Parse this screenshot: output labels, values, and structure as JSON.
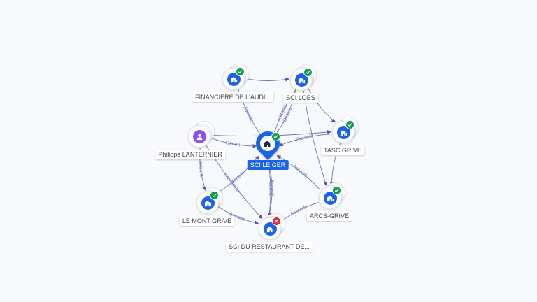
{
  "colors": {
    "company": "#1a63e8",
    "person": "#8a55e6",
    "status_ok": "#129b55",
    "status_ko": "#e0293a",
    "edge": "#6f77a8",
    "edge_label": "#6d76c9"
  },
  "nodes": {
    "financiere": {
      "label": "FINANCIERE DE L'AUDI...",
      "icon": "building-icon",
      "status": "check-icon"
    },
    "sci_lobs": {
      "label": "SCI LOBS",
      "icon": "building-icon",
      "status": "check-icon"
    },
    "tasc_grive": {
      "label": "TASC GRIVE",
      "icon": "building-icon",
      "status": "check-icon"
    },
    "philippe": {
      "label": "Philippe LANTERNIER",
      "icon": "person-icon"
    },
    "sci_leiger": {
      "label": "SCI LEIGER",
      "icon": "building-icon",
      "status": "check-icon"
    },
    "arcs_grive": {
      "label": "ARCS-GRIVE",
      "icon": "building-icon",
      "status": "check-icon"
    },
    "le_mont_grive": {
      "label": "LE MONT GRIVE",
      "icon": "building-icon",
      "status": "check-icon"
    },
    "sci_restaurant": {
      "label": "SCI DU RESTAURANT DE...",
      "icon": "building-icon",
      "status": "cross-icon"
    }
  },
  "edges": [
    {
      "from": "financiere",
      "to": "sci_leiger",
      "label": "Associé"
    },
    {
      "from": "sci_lobs",
      "to": "sci_leiger",
      "label": "Associé"
    },
    {
      "from": "sci_lobs",
      "to": "sci_leiger",
      "label": "Gérant"
    },
    {
      "from": "tasc_grive",
      "to": "sci_leiger",
      "label": "Associé"
    },
    {
      "from": "philippe",
      "to": "sci_leiger",
      "label": "Gérant"
    },
    {
      "from": "philippe",
      "to": "le_mont_grive",
      "label": "Gérant"
    },
    {
      "from": "philippe",
      "to": "sci_restaurant",
      "label": "Liquidateur"
    },
    {
      "from": "le_mont_grive",
      "to": "sci_leiger",
      "label": "Associé"
    },
    {
      "from": "le_mont_grive",
      "to": "sci_restaurant",
      "label": "Associé"
    },
    {
      "from": "sci_restaurant",
      "to": "sci_leiger",
      "label": "Associé"
    },
    {
      "from": "arcs_grive",
      "to": "sci_leiger",
      "label": "Associé"
    },
    {
      "from": "arcs_grive",
      "to": "sci_restaurant",
      "label": "Associé"
    },
    {
      "from": "sci_leiger",
      "to": "sci_restaurant",
      "label": "Associé"
    },
    {
      "from": "sci_lobs",
      "to": "tasc_grive",
      "label": ""
    },
    {
      "from": "financiere",
      "to": "sci_lobs",
      "label": ""
    },
    {
      "from": "tasc_grive",
      "to": "arcs_grive",
      "label": ""
    },
    {
      "from": "philippe",
      "to": "tasc_grive",
      "label": ""
    },
    {
      "from": "sci_lobs",
      "to": "arcs_grive",
      "label": ""
    }
  ]
}
